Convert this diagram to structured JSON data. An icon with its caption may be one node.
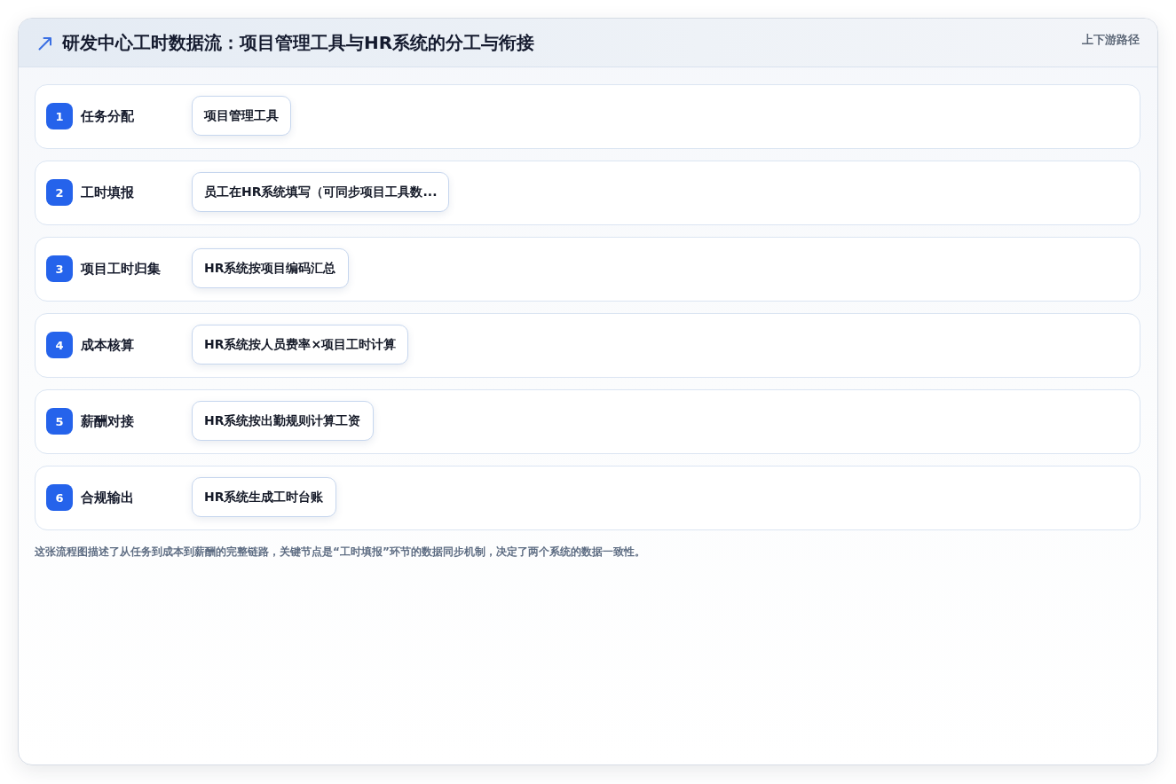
{
  "diagram": {
    "title": "研发中心工时数据流：项目管理工具与HR系统的分工与衔接",
    "caption": "这张流程图描述了从任务到成本到薪酬的完整链路，关键节点是“工时填报”环节的数据同步机制，决定了两个系统的数据一致性。",
    "nodes": [
      {
        "text": [
          "任务分配"
        ]
      },
      {
        "text": [
          "1"
        ],
        "in": 0
      },
      {
        "text": [
          "项目管理工具"
        ],
        "in": 0
      },
      {
        "text": [
          "工时填报"
        ]
      },
      {
        "text": [
          "2"
        ],
        "in": 3
      },
      {
        "text": [
          "员工在HR系统填写（可同步项目工具数..."
        ],
        "in": 3
      },
      {
        "text": [
          "项目工时归集"
        ]
      },
      {
        "text": [
          "3"
        ],
        "in": 6
      },
      {
        "text": [
          "HR系统按项目编码汇总"
        ],
        "in": 6
      },
      {
        "text": [
          "成本核算"
        ]
      },
      {
        "text": [
          "4"
        ],
        "in": 9
      },
      {
        "text": [
          "HR系统按人员费率×项目工时计算"
        ],
        "in": 9
      },
      {
        "text": [
          "薪酬对接"
        ]
      },
      {
        "text": [
          "5"
        ],
        "in": 12
      },
      {
        "text": [
          "HR系统按出勤规则计算工资"
        ],
        "in": 12
      },
      {
        "text": [
          "合规输出"
        ]
      },
      {
        "text": [
          "6"
        ],
        "in": 15
      },
      {
        "text": [
          "HR系统生成工时台账"
        ],
        "in": 15
      }
    ],
    "labels": [
      "上下游路径"
    ]
  }
}
